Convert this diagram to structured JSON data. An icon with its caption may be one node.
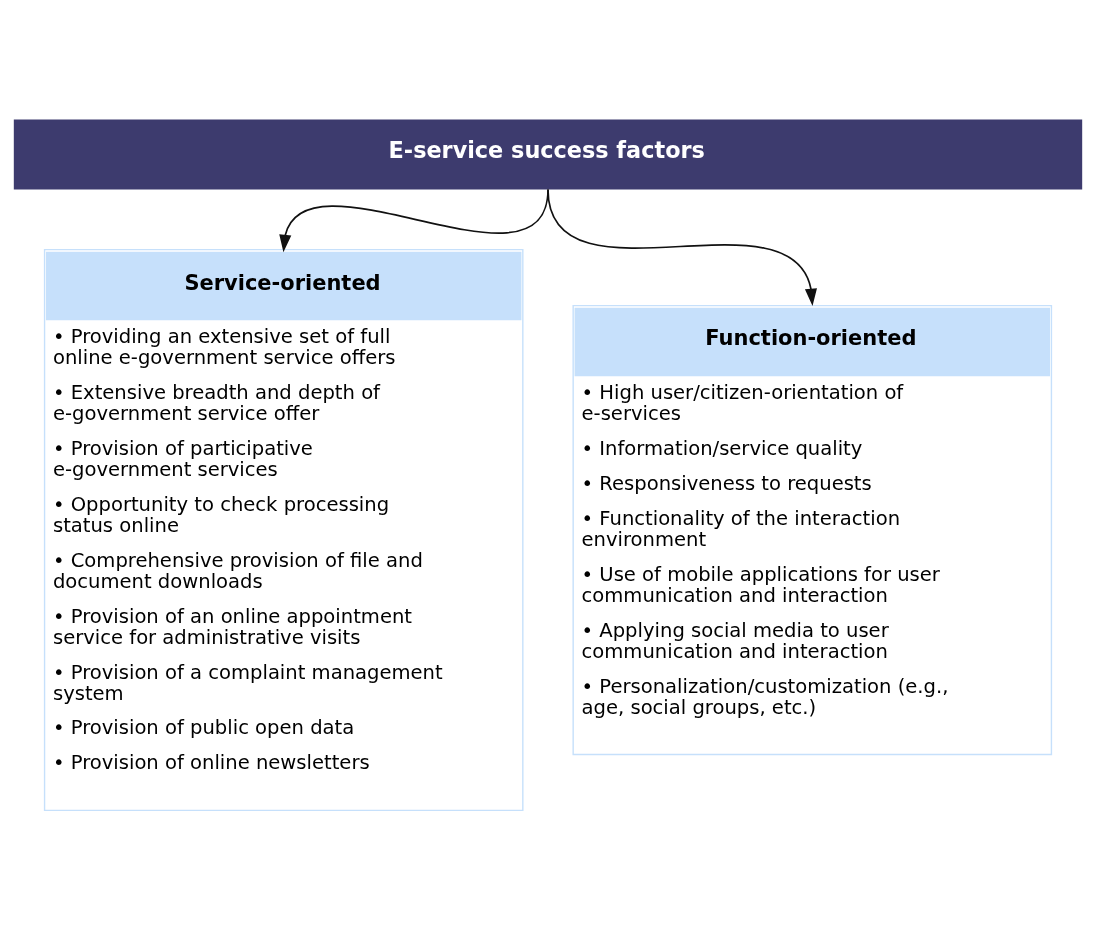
{
  "diagram": {
    "nodes": [
      {
        "text": [
          "E-service success factors"
        ]
      },
      {
        "text": [
          "Service-oriented",
          "• Providing an extensive set of full online e-government service offers",
          "• Extensive breadth and depth of e-government service offer",
          "• Provision of participative e-government services",
          "• Opportunity to check processing status online",
          "• Comprehensive provision of file and document downloads",
          "• Provision of an online appointment service for administrative visits",
          "• Provision of a complaint management system",
          "• Provision of public open data",
          "• Provision of online newsletters"
        ]
      },
      {
        "text": [
          "Function-oriented",
          "• High user/citizen-orientation of e-services",
          "• Information/service quality",
          "• Responsiveness to requests",
          "• Functionality of the interaction environment",
          "• Use of mobile applications for user communication and interaction",
          "• Applying social media to user communication and interaction",
          "• Personalization/customization (e.g., age, social groups, etc.)"
        ]
      }
    ],
    "edges": [
      {
        "from": 0,
        "to": 1,
        "arrow": "to"
      },
      {
        "from": 0,
        "to": 2,
        "arrow": "to"
      }
    ]
  }
}
